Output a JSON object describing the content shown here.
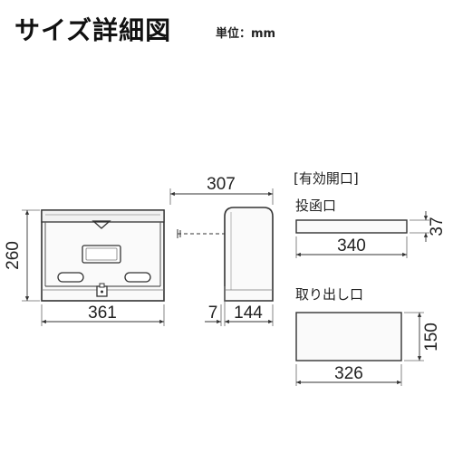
{
  "header": {
    "title": "サイズ詳細図",
    "unit_label": "単位：mm"
  },
  "front_view": {
    "height": "260",
    "width": "361"
  },
  "side_view": {
    "depth": "307",
    "left_offset": "7",
    "bottom_depth": "144"
  },
  "effective_openings": {
    "section_label": "[有効開口]",
    "inlet": {
      "label": "投函口",
      "width": "340",
      "height": "37"
    },
    "outlet": {
      "label": "取り出し口",
      "width": "326",
      "height": "150"
    }
  }
}
